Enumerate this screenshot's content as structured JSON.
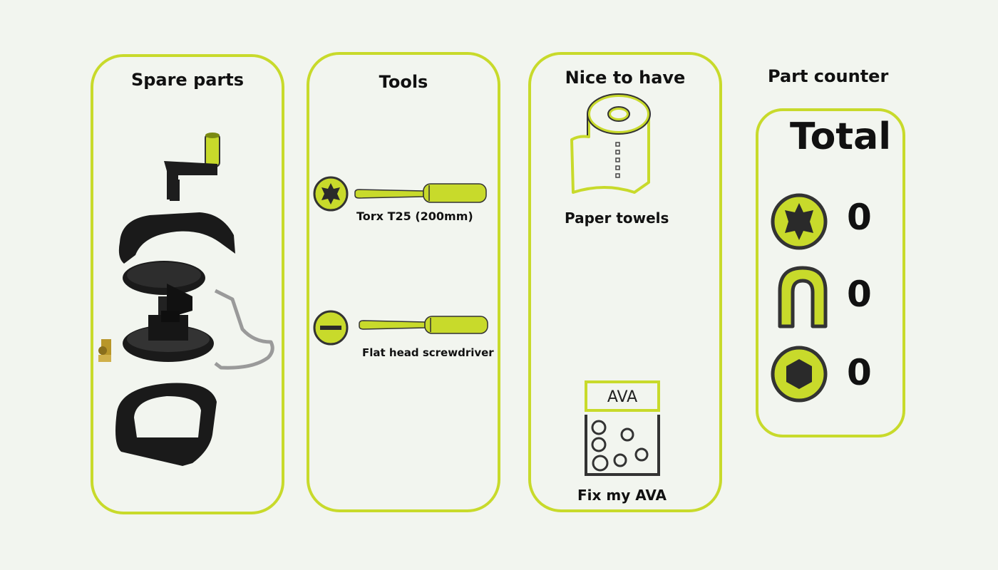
{
  "panels": {
    "spare_parts": {
      "title": "Spare parts"
    },
    "tools": {
      "title": "Tools",
      "items": [
        {
          "label": "Torx T25 (200mm)"
        },
        {
          "label": "Flat head screwdriver"
        }
      ]
    },
    "nice_to_have": {
      "title": "Nice to have",
      "items": [
        {
          "label": "Paper towels"
        },
        {
          "label": "Fix my AVA",
          "box_text": "AVA"
        }
      ]
    },
    "part_counter": {
      "title": "Part counter",
      "total_label": "Total",
      "counters": [
        {
          "icon": "torx-screw-icon",
          "value": "0"
        },
        {
          "icon": "u-clip-icon",
          "value": "0"
        },
        {
          "icon": "hex-screw-icon",
          "value": "0"
        }
      ]
    }
  },
  "colors": {
    "accent": "#c8da2b",
    "dark": "#1a1a1a",
    "background": "#f2f5ef"
  }
}
